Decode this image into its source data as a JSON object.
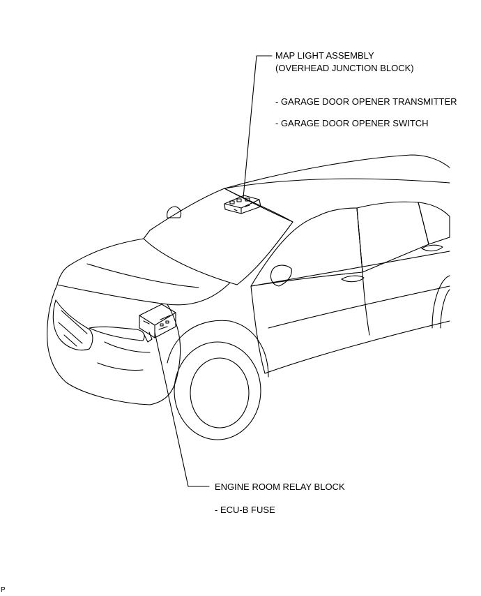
{
  "diagram": {
    "map_light": {
      "title": "MAP LIGHT ASSEMBLY",
      "subtitle": "(OVERHEAD JUNCTION BLOCK)",
      "items": [
        "- GARAGE DOOR OPENER TRANSMITTER",
        "- GARAGE DOOR OPENER SWITCH"
      ]
    },
    "relay_block": {
      "title": "ENGINE ROOM RELAY BLOCK",
      "items": [
        "- ECU-B FUSE"
      ]
    },
    "corner_code": "P"
  }
}
